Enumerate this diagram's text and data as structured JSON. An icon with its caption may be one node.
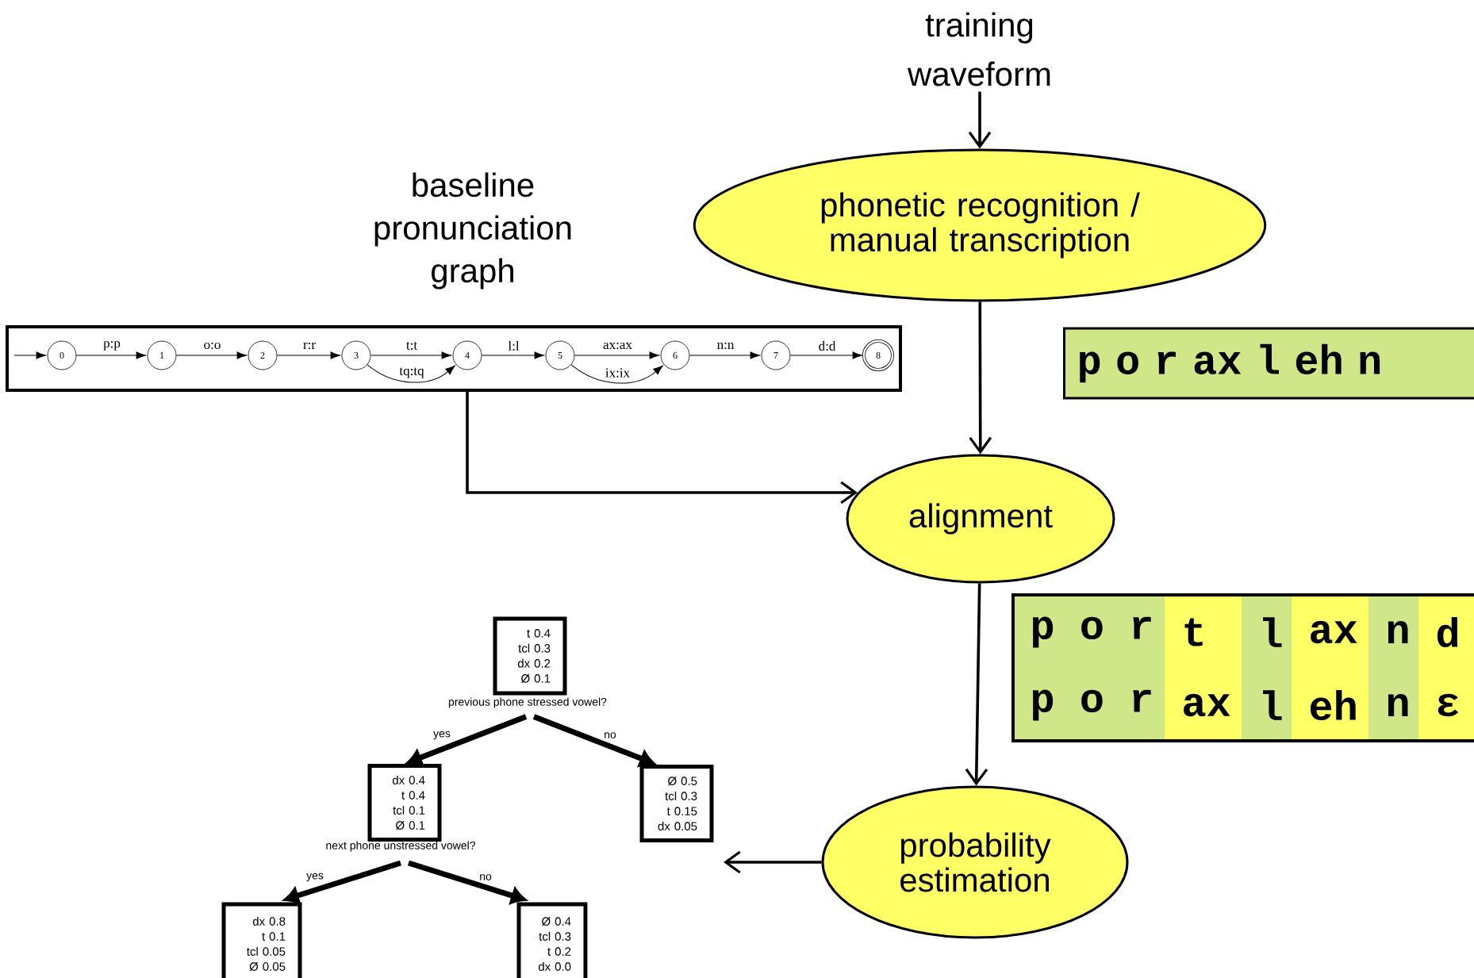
{
  "diagram": {
    "nodes": [
      {
        "text": [
          "training waveform"
        ]
      },
      {
        "text": [
          "phonetic recognition / manual transcription"
        ]
      },
      {
        "text": [
          "baseline pronunciation graph"
        ]
      },
      {
        "text": [
          "0"
        ],
        "in": 2
      },
      {
        "text": [
          "1"
        ],
        "in": 2
      },
      {
        "text": [
          "2"
        ],
        "in": 2
      },
      {
        "text": [
          "3"
        ],
        "in": 2
      },
      {
        "text": [
          "4"
        ],
        "in": 2
      },
      {
        "text": [
          "5"
        ],
        "in": 2
      },
      {
        "text": [
          "6"
        ],
        "in": 2
      },
      {
        "text": [
          "7"
        ],
        "in": 2
      },
      {
        "text": [
          "8"
        ],
        "in": 2
      },
      {
        "text": [
          "alignment"
        ]
      },
      {
        "text": [
          "p o r ax l eh n"
        ]
      },
      {
        "text": [
          "probability estimation"
        ]
      },
      {
        "text": [
          "t 0.4",
          "tcl 0.3",
          "dx 0.2",
          "Ø 0.1"
        ],
        "beside": [
          "previous phone stressed vowel?"
        ]
      },
      {
        "text": [
          "dx 0.4",
          "t 0.4",
          "tcl 0.1",
          "Ø 0.1"
        ],
        "beside": [
          "next phone unstressed vowel?"
        ]
      },
      {
        "text": [
          "Ø 0.5",
          "tcl 0.3",
          "t 0.15",
          "dx 0.05"
        ]
      },
      {
        "text": [
          "dx 0.8",
          "t 0.1",
          "tcl 0.05",
          "Ø 0.05"
        ]
      },
      {
        "text": [
          "Ø 0.4",
          "tcl 0.3",
          "t 0.2",
          "dx 0.0"
        ]
      }
    ],
    "edges": [
      {
        "from": 0,
        "to": 1,
        "arrow": "to"
      },
      {
        "from": 1,
        "to": 12,
        "arrow": "to"
      },
      {
        "from": 2,
        "to": 12,
        "arrow": "to"
      },
      {
        "from": null,
        "to": 3,
        "arrow": "to"
      },
      {
        "from": 3,
        "to": 4,
        "arrow": "to",
        "label": "p:p"
      },
      {
        "from": 4,
        "to": 5,
        "arrow": "to",
        "label": "o:o"
      },
      {
        "from": 5,
        "to": 6,
        "arrow": "to",
        "label": "r:r"
      },
      {
        "from": 6,
        "to": 7,
        "arrow": "to",
        "label": "t:t"
      },
      {
        "from": 6,
        "to": 7,
        "arrow": "to",
        "label": "tq:tq"
      },
      {
        "from": 7,
        "to": 8,
        "arrow": "to",
        "label": "l:l"
      },
      {
        "from": 8,
        "to": 9,
        "arrow": "to",
        "label": "ax:ax"
      },
      {
        "from": 8,
        "to": 9,
        "arrow": "to",
        "label": "ix:ix"
      },
      {
        "from": 9,
        "to": 10,
        "arrow": "to",
        "label": "n:n"
      },
      {
        "from": 10,
        "to": 11,
        "arrow": "to",
        "label": "d:d"
      },
      {
        "from": 12,
        "to": 14,
        "arrow": "to"
      },
      {
        "from": 14,
        "to": null,
        "arrow": "to"
      },
      {
        "from": 15,
        "to": 16,
        "arrow": "to",
        "label": "yes",
        "style": "thick"
      },
      {
        "from": 15,
        "to": 17,
        "arrow": "to",
        "label": "no",
        "style": "thick"
      },
      {
        "from": 16,
        "to": 18,
        "arrow": "to",
        "label": "yes",
        "style": "thick"
      },
      {
        "from": 16,
        "to": 19,
        "arrow": "to",
        "label": "no",
        "style": "thick"
      }
    ],
    "labels": [
      "p o r",
      "t",
      "l",
      "ax",
      "n",
      "d",
      "p o r",
      "ax",
      "l",
      "eh",
      "n",
      "ε"
    ]
  }
}
